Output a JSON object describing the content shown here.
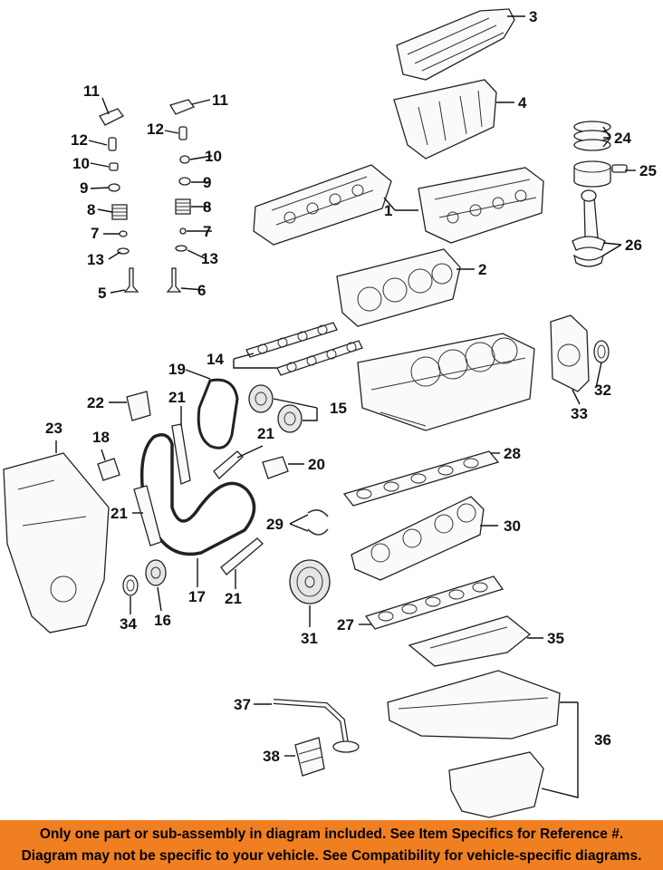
{
  "callouts": {
    "c1": "1",
    "c2": "2",
    "c3": "3",
    "c4": "4",
    "c5": "5",
    "c6": "6",
    "c7a": "7",
    "c7b": "7",
    "c8a": "8",
    "c8b": "8",
    "c9a": "9",
    "c9b": "9",
    "c10a": "10",
    "c10b": "10",
    "c11a": "11",
    "c11b": "11",
    "c12a": "12",
    "c12b": "12",
    "c13a": "13",
    "c13b": "13",
    "c14": "14",
    "c15": "15",
    "c16": "16",
    "c17": "17",
    "c18": "18",
    "c19": "19",
    "c20": "20",
    "c21a": "21",
    "c21b": "21",
    "c21c": "21",
    "c21d": "21",
    "c22": "22",
    "c23": "23",
    "c24": "24",
    "c25": "25",
    "c26": "26",
    "c27": "27",
    "c28": "28",
    "c29": "29",
    "c30": "30",
    "c31": "31",
    "c32": "32",
    "c33": "33",
    "c34": "34",
    "c35": "35",
    "c36": "36",
    "c37": "37",
    "c38": "38"
  },
  "footer": {
    "line1": "Only one part or sub-assembly in diagram included. See Item Specifics for Reference #.",
    "line2": "Diagram may not be specific to your vehicle. See Compatibility for vehicle-specific diagrams."
  },
  "colors": {
    "footer_bg": "#f07f22",
    "line_art": "#222222"
  }
}
